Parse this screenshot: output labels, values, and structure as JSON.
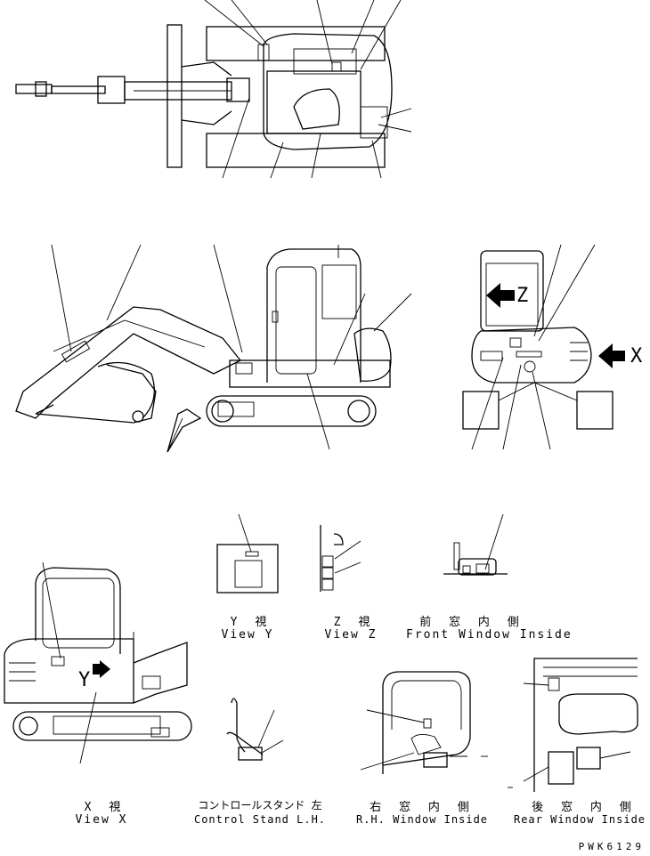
{
  "x_marker": "X",
  "z_marker": "Z",
  "y_marker": "Y",
  "views": {
    "view_y": {
      "jp": "Y 視",
      "en": "View Y"
    },
    "view_z": {
      "jp": "Z 視",
      "en": "View Z"
    },
    "front_window": {
      "jp": "前 窓 内 側",
      "en": "Front Window Inside"
    },
    "view_x": {
      "jp": "X 視",
      "en": "View X"
    },
    "control_stand": {
      "jp": "コントロールスタンド 左",
      "en": "Control Stand L.H."
    },
    "rh_window": {
      "jp": "右 窓 内 側",
      "en": "R.H. Window Inside"
    },
    "rear_window": {
      "jp": "後 窓 内 側",
      "en": "Rear Window Inside"
    }
  },
  "drawing_code": "PWK6129"
}
